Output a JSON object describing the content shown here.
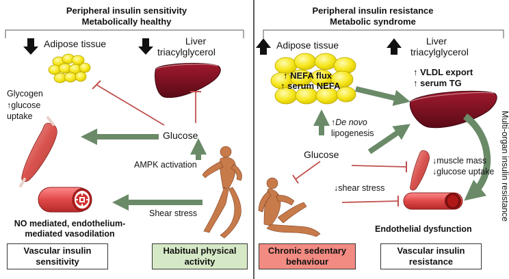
{
  "left": {
    "title_line1": "Peripheral insulin sensitivity",
    "title_line2": "Metabolically healthy",
    "adipose": "Adipose tissue",
    "liver_line1": "Liver",
    "liver_line2": "triacylglycerol",
    "glycogen": "Glycogen",
    "glucose_uptake": "↑glucose",
    "uptake": "uptake",
    "glucose": "Glucose",
    "ampk": "AMPK activation",
    "shear": "Shear stress",
    "no_line1": "NO mediated, endothelium-",
    "no_line2": "mediated vasodilation",
    "box_vascular_line1": "Vascular insulin",
    "box_vascular_line2": "sensitivity",
    "box_activity_line1": "Habitual physical",
    "box_activity_line2": "activity"
  },
  "right": {
    "title_line1": "Peripheral insulin resistance",
    "title_line2": "Metabolic syndrome",
    "adipose": "Adipose tissue",
    "liver_line1": "Liver",
    "liver_line2": "triacylglycerol",
    "nefa_flux": "↑ NEFA flux",
    "serum_nefa": "↑ serum NEFA",
    "vldl": "↑ VLDL export",
    "serum_tg": "↑ serum TG",
    "de_novo_arrow": "↑",
    "de_novo": "De novo",
    "lipogenesis": "lipogenesis",
    "glucose": "Glucose",
    "muscle_mass": "↓muscle mass",
    "glucose_uptake": "↓glucose uptake",
    "shear": "↓shear stress",
    "endothelial": "Endothelial dysfunction",
    "multi_organ": "Multi-organ insulin resistance",
    "box_sedentary_line1": "Chronic sedentary",
    "box_sedentary_line2": "behaviour",
    "box_vascular_line1": "Vascular insulin",
    "box_vascular_line2": "resistance"
  },
  "colors": {
    "green_arrow": "#6a8a68",
    "inhibit_line": "#c0504d",
    "fat": "#f3e20f",
    "liver": "#7b1020",
    "vessel": "#e04848",
    "box_green": "#d6e9c6",
    "box_red": "#f28b82",
    "muscle": "#d9534f"
  }
}
